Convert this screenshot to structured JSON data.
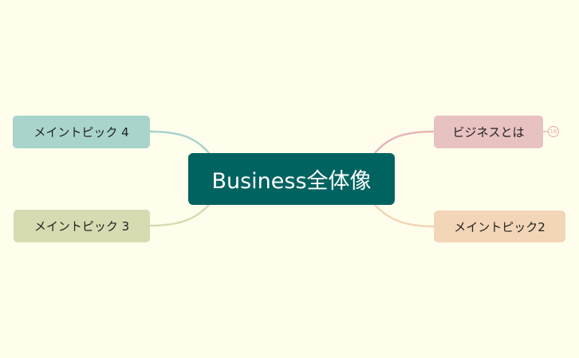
{
  "central_topic": {
    "label": "Business全体像",
    "color": "#006360"
  },
  "topics": [
    {
      "id": "tl",
      "label": "メイントピック 4",
      "color": "#a8d4cc",
      "line_color": "#a8d4cc"
    },
    {
      "id": "bl",
      "label": "メイントピック 3",
      "color": "#d7dbb1",
      "line_color": "#d7dbb1"
    },
    {
      "id": "tr",
      "label": "ビジネスとは",
      "color": "#e8c1c1",
      "line_color": "#e7b5b5",
      "collapsed_count": "16"
    },
    {
      "id": "br",
      "label": "メイントピック2",
      "color": "#f3d6b8",
      "line_color": "#f3d6b8"
    }
  ]
}
